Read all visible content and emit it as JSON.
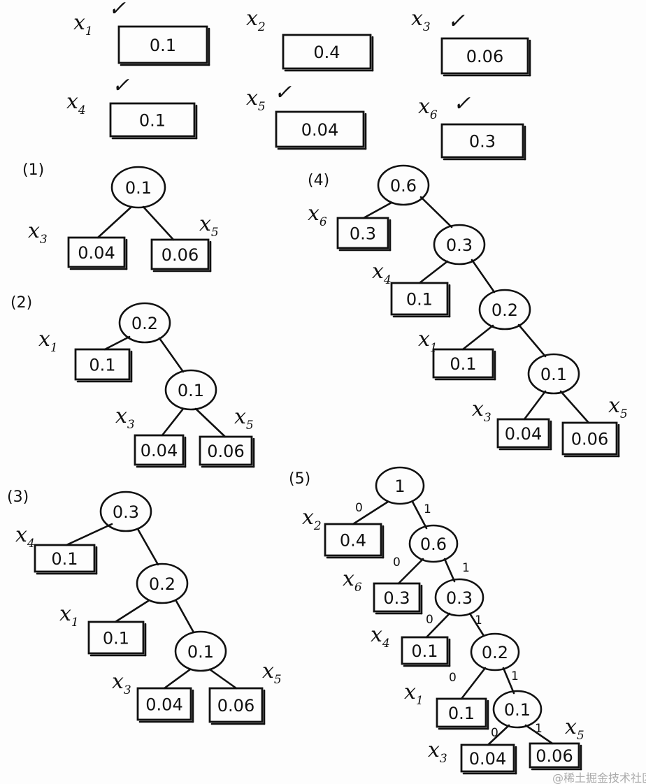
{
  "legend": [
    {
      "name": "x",
      "sub": "1",
      "value": "0.1",
      "checked": true
    },
    {
      "name": "x",
      "sub": "2",
      "value": "0.4",
      "checked": false
    },
    {
      "name": "x",
      "sub": "3",
      "value": "0.06",
      "checked": true
    },
    {
      "name": "x",
      "sub": "4",
      "value": "0.1",
      "checked": true
    },
    {
      "name": "x",
      "sub": "5",
      "value": "0.04",
      "checked": true
    },
    {
      "name": "x",
      "sub": "6",
      "value": "0.3",
      "checked": true
    }
  ],
  "check_mark": "✓",
  "trees": [
    {
      "tag": "(1)",
      "circles": [
        "0.1"
      ],
      "leaves": [
        {
          "name": "x",
          "sub": "3",
          "value": "0.04"
        },
        {
          "name": "x",
          "sub": "5",
          "value": "0.06"
        }
      ],
      "bits": []
    },
    {
      "tag": "(2)",
      "circles": [
        "0.2",
        "0.1"
      ],
      "leaves": [
        {
          "name": "x",
          "sub": "1",
          "value": "0.1"
        },
        {
          "name": "x",
          "sub": "3",
          "value": "0.04"
        },
        {
          "name": "x",
          "sub": "5",
          "value": "0.06"
        }
      ],
      "bits": []
    },
    {
      "tag": "(3)",
      "circles": [
        "0.3",
        "0.2",
        "0.1"
      ],
      "leaves": [
        {
          "name": "x",
          "sub": "4",
          "value": "0.1"
        },
        {
          "name": "x",
          "sub": "1",
          "value": "0.1"
        },
        {
          "name": "x",
          "sub": "3",
          "value": "0.04"
        },
        {
          "name": "x",
          "sub": "5",
          "value": "0.06"
        }
      ],
      "bits": []
    },
    {
      "tag": "(4)",
      "circles": [
        "0.6",
        "0.3",
        "0.2",
        "0.1"
      ],
      "leaves": [
        {
          "name": "x",
          "sub": "6",
          "value": "0.3"
        },
        {
          "name": "x",
          "sub": "4",
          "value": "0.1"
        },
        {
          "name": "x",
          "sub": "1",
          "value": "0.1"
        },
        {
          "name": "x",
          "sub": "3",
          "value": "0.04"
        },
        {
          "name": "x",
          "sub": "5",
          "value": "0.06"
        }
      ],
      "bits": []
    },
    {
      "tag": "(5)",
      "circles": [
        "1",
        "0.6",
        "0.3",
        "0.2",
        "0.1"
      ],
      "leaves": [
        {
          "name": "x",
          "sub": "2",
          "value": "0.4"
        },
        {
          "name": "x",
          "sub": "6",
          "value": "0.3"
        },
        {
          "name": "x",
          "sub": "4",
          "value": "0.1"
        },
        {
          "name": "x",
          "sub": "1",
          "value": "0.1"
        },
        {
          "name": "x",
          "sub": "3",
          "value": "0.04"
        },
        {
          "name": "x",
          "sub": "5",
          "value": "0.06"
        }
      ],
      "bits": [
        "0",
        "1",
        "0",
        "1",
        "0",
        "1",
        "0",
        "1",
        "0",
        "1"
      ]
    }
  ],
  "watermark": "@稀土掘金技术社区"
}
